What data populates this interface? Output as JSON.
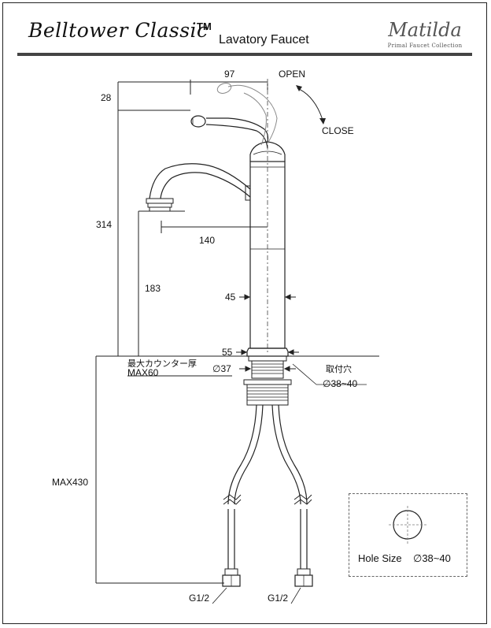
{
  "header": {
    "title": "Belltower Classic",
    "trademark": "TM",
    "subtitle": "Lavatory Faucet",
    "brand": "Matilda",
    "brand_tagline": "Primal Faucet Collection"
  },
  "labels": {
    "open": "OPEN",
    "close": "CLOSE"
  },
  "dimensions": {
    "handle_reach": "97",
    "handle_height": "28",
    "total_height": "314",
    "spout_reach": "140",
    "spout_height": "183",
    "body_diameter": "45",
    "base_diameter": "55",
    "shank_diameter": "∅37",
    "counter_thickness_label": "最大カウンター厚",
    "counter_thickness_max": "MAX60",
    "mounting_hole_label": "取付穴",
    "mounting_hole_size": "∅38~40",
    "hose_length": "MAX430",
    "connection_left": "G1/2",
    "connection_right": "G1/2"
  },
  "hole_size": {
    "label": "Hole Size",
    "value": "∅38~40"
  }
}
